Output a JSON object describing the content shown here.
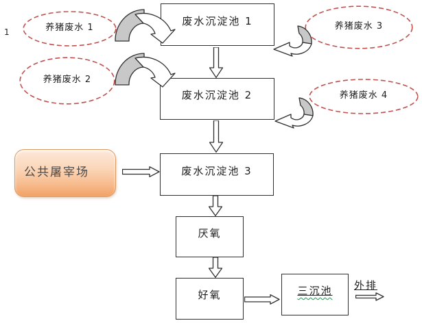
{
  "page_label": "1",
  "sources": [
    {
      "id": "pig-wastewater-1",
      "label": "养猪废水 1"
    },
    {
      "id": "pig-wastewater-2",
      "label": "养猪废水 2"
    },
    {
      "id": "pig-wastewater-3",
      "label": "养猪废水 3"
    },
    {
      "id": "pig-wastewater-4",
      "label": "养猪废水 4"
    }
  ],
  "nodes": {
    "tank1": "废水沉淀池 1",
    "tank2": "废水沉淀池 2",
    "tank3": "废水沉淀池 3",
    "slaughterhouse": "公共屠宰场",
    "anaerobic": "厌氧",
    "aerobic": "好氧",
    "third_tank": "三沉池"
  },
  "outflow_label": "外排",
  "colors": {
    "ellipse_stroke": "#c0504d",
    "curved_arrow_gray": "#c8c8c8",
    "box_border": "#2d2d2d",
    "slaughter_gradient_top": "#fce8da",
    "slaughter_gradient_bottom": "#f1a164",
    "slaughter_border": "#dc9a64",
    "squiggle_green": "#00a44a"
  }
}
